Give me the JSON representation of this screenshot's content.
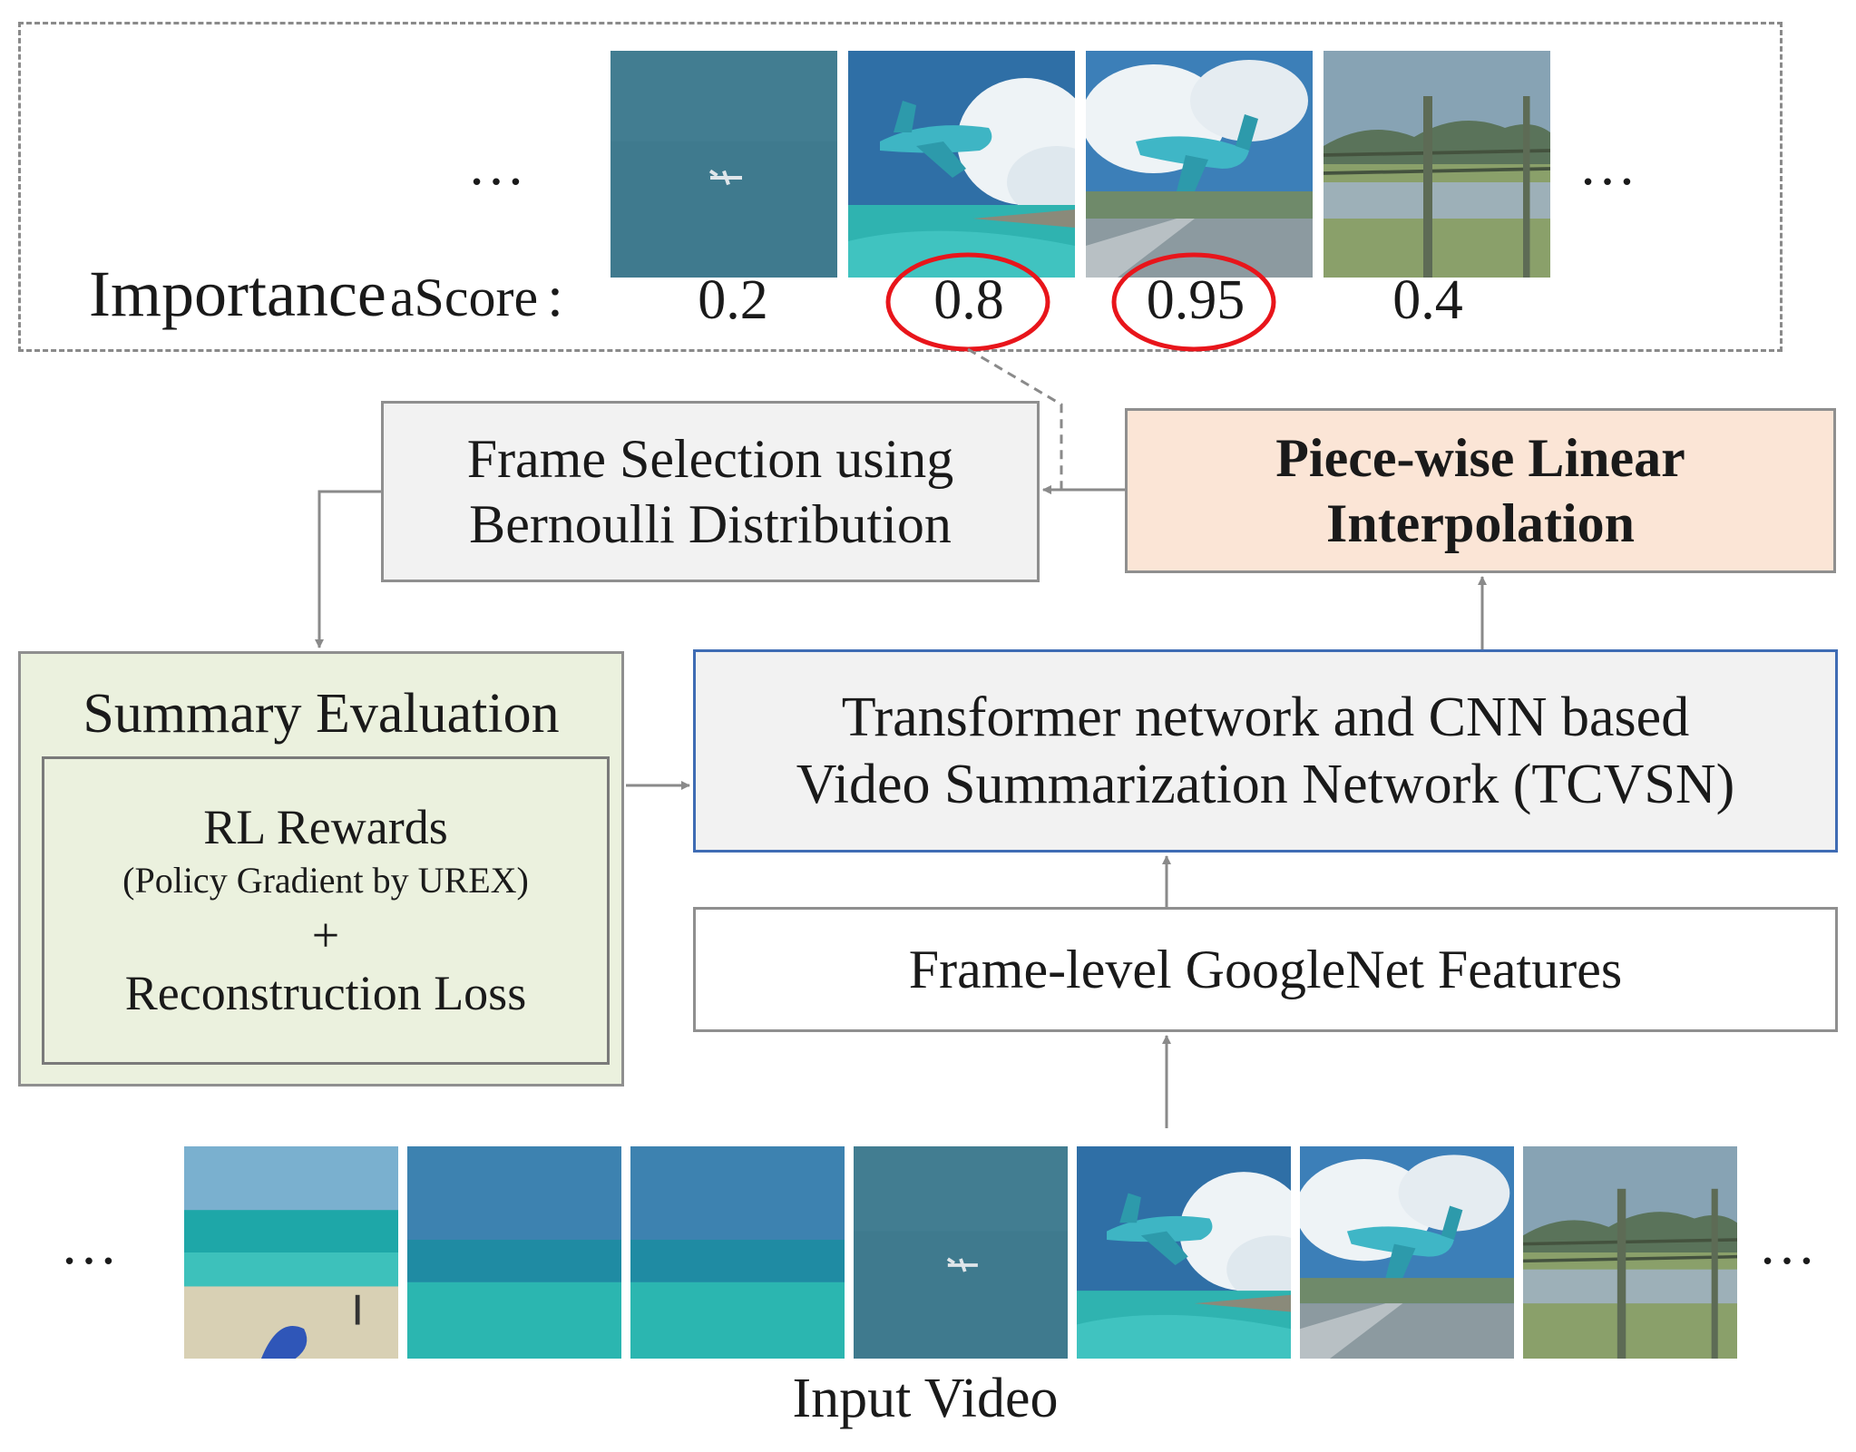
{
  "top_panel": {
    "ellipsis_left": "…",
    "ellipsis_right": "…",
    "score_label_main": "Importance",
    "score_label_small": "aScore",
    "score_colon": ":",
    "scores": [
      "0.2",
      "0.8",
      "0.95",
      "0.4"
    ],
    "frames": [
      "plane-far",
      "plane-approach",
      "plane-landing",
      "fence-field"
    ],
    "highlight_color": "#e8151b"
  },
  "boxes": {
    "frame_selection": {
      "line1": "Frame Selection using",
      "line2": "Bernoulli Distribution",
      "bg": "#f2f2f2"
    },
    "interpolation": {
      "line1": "Piece-wise Linear",
      "line2": "Interpolation",
      "bg": "#fbe5d6"
    },
    "summary_eval": {
      "title": "Summary Evaluation",
      "rl": "RL Rewards",
      "policy": "(Policy Gradient by UREX)",
      "plus": "+",
      "recon": "Reconstruction Loss",
      "bg": "#ebf1de"
    },
    "tcvsn": {
      "line1": "Transformer network and CNN based",
      "line2": "Video Summarization Network (TCVSN)",
      "border": "#3f6cb4"
    },
    "features": {
      "label": "Frame-level GoogleNet Features"
    }
  },
  "bottom_panel": {
    "ellipsis_left": "…",
    "ellipsis_right": "…",
    "frames": [
      "beach",
      "sea",
      "sea",
      "plane-far",
      "plane-approach",
      "plane-landing",
      "fence-field"
    ],
    "label": "Input Video"
  }
}
